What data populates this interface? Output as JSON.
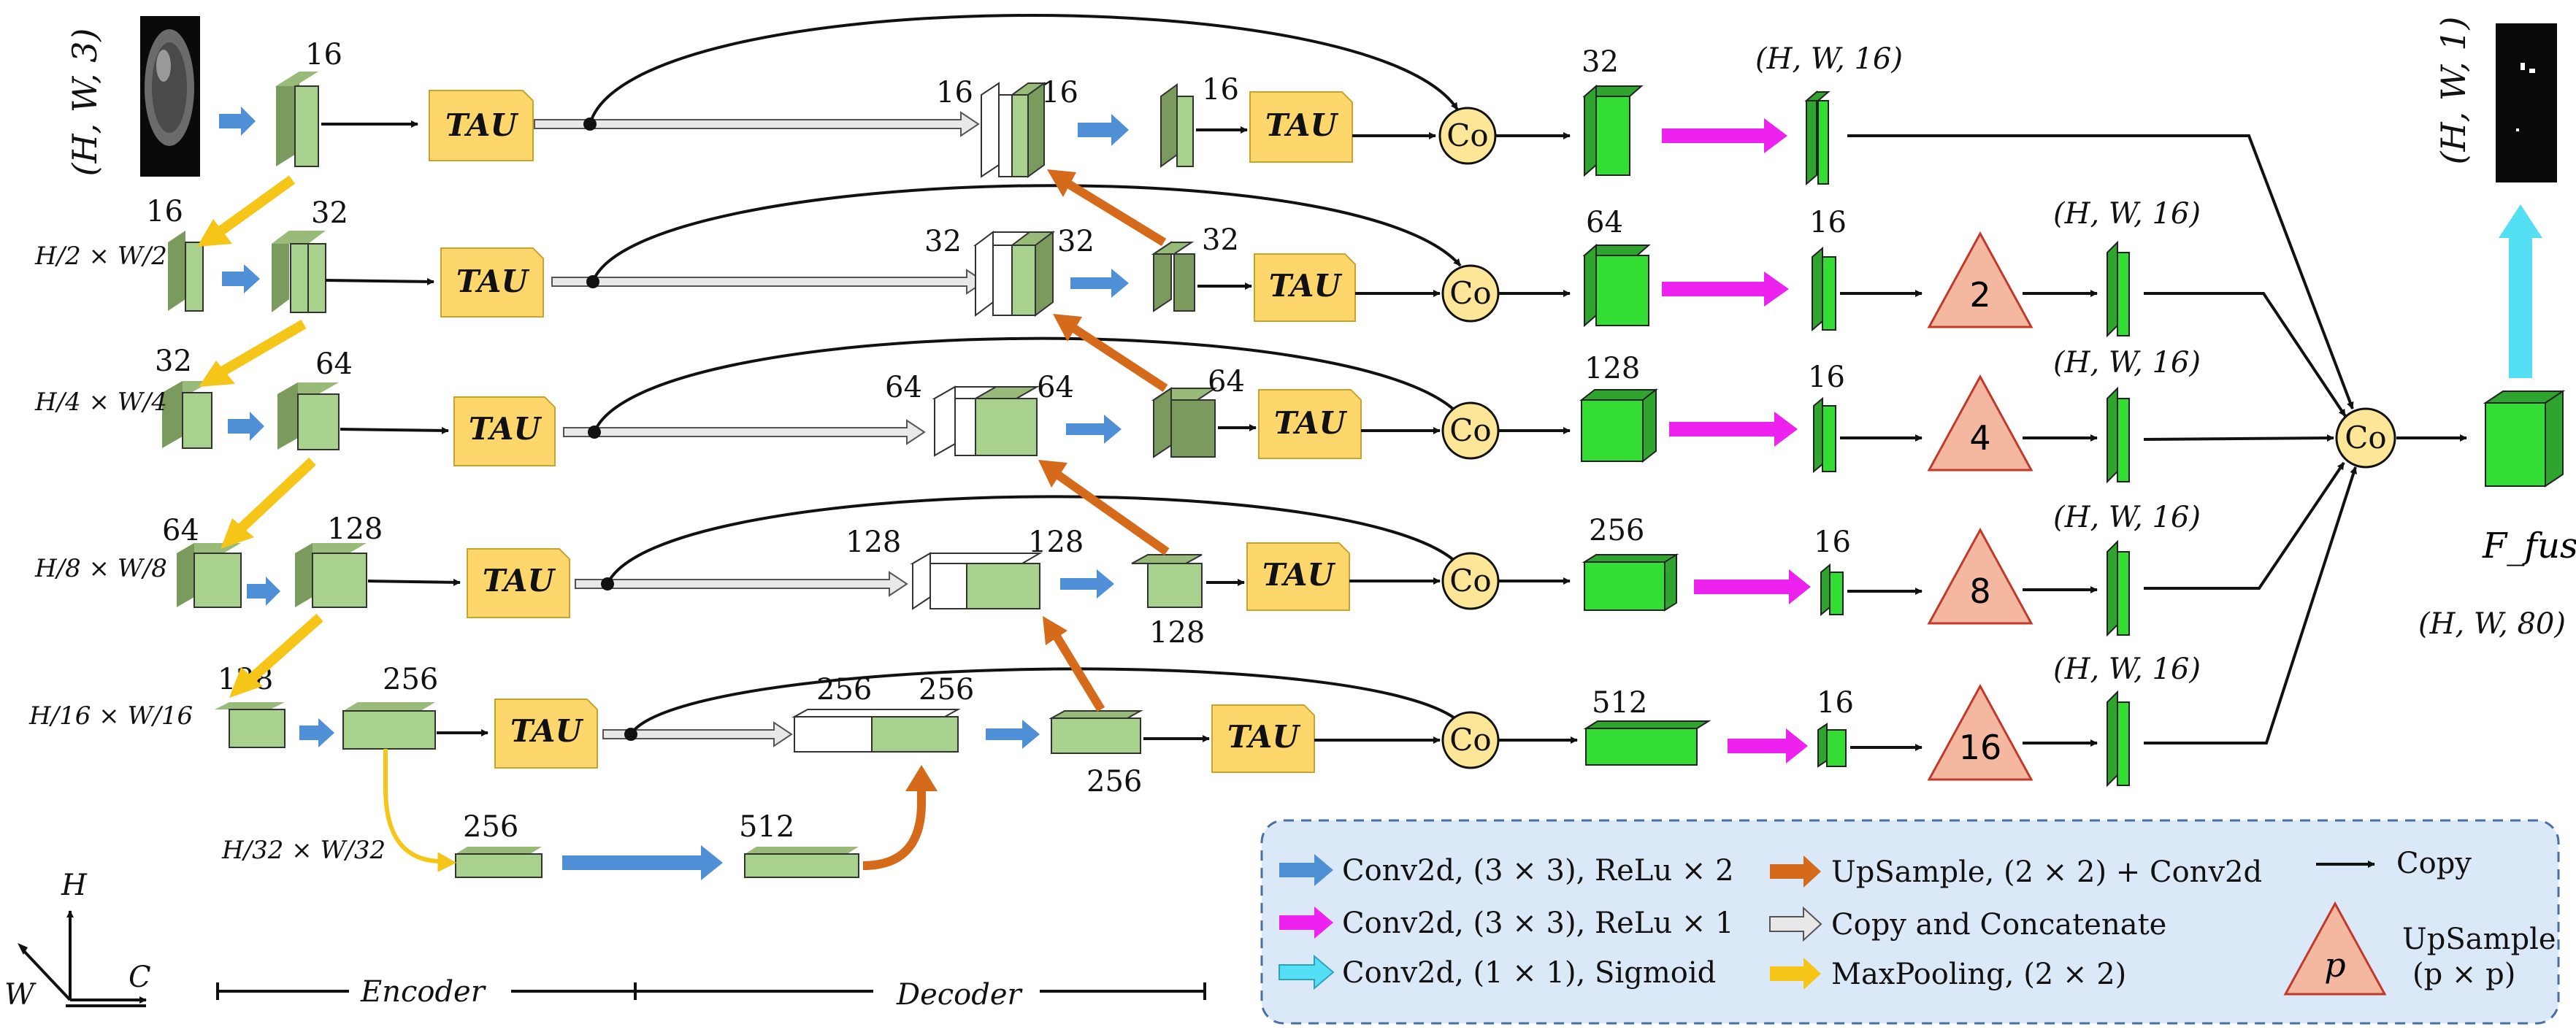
{
  "input_shape": "(H, W, 3)",
  "output_shape": "(H, W, 1)",
  "fusion_label": "F_fus",
  "fusion_shape": "(H, W, 80)",
  "tau_label": "TAU",
  "co_label": "Co",
  "scale_labels": [
    "H/2 × W/2",
    "H/4 × W/4",
    "H/8 × W/8",
    "H/16 × W/16",
    "H/32 × W/32"
  ],
  "encoder": {
    "row1": {
      "in": "16"
    },
    "row2": {
      "in": "16",
      "out": "32"
    },
    "row3": {
      "in": "32",
      "out": "64"
    },
    "row4": {
      "in": "64",
      "out": "128"
    },
    "row5": {
      "in": "128",
      "out": "256"
    },
    "bottom": {
      "in": "256",
      "out": "512"
    }
  },
  "decoder_concat": [
    [
      "16",
      "16"
    ],
    [
      "32",
      "32"
    ],
    [
      "64",
      "64"
    ],
    [
      "128",
      "128"
    ],
    [
      "256",
      "256"
    ]
  ],
  "decoder_blocks": [
    "16",
    "32",
    "64",
    "128",
    "256"
  ],
  "co_outputs": [
    "32",
    "64",
    "128",
    "256",
    "512"
  ],
  "side_channels": [
    "(H, W, 16)",
    "16",
    "16",
    "16",
    "16"
  ],
  "upsample_factors": [
    "2",
    "4",
    "8",
    "16"
  ],
  "upsample_outputs": [
    "(H, W, 16)",
    "(H, W, 16)",
    "(H, W, 16)",
    "(H, W, 16)"
  ],
  "axes": {
    "h": "H",
    "w": "W",
    "c": "C"
  },
  "stages": {
    "encoder": "Encoder",
    "decoder": "Decoder"
  },
  "legend": {
    "blue": "Conv2d, (3 × 3), ReLu × 2",
    "magenta": "Conv2d, (3 × 3), ReLu × 1",
    "cyan": "Conv2d, (1 × 1), Sigmoid",
    "orange": "UpSample, (2 × 2) + Conv2d",
    "white": "Copy and Concatenate",
    "yellow": "MaxPooling, (2 × 2)",
    "black": "Copy",
    "p_symbol": "p",
    "p_text1": "UpSample",
    "p_text2": "(p × p)"
  },
  "colors": {
    "encoder_block": "#a9d18e",
    "bright_block": "#33dd33",
    "tau_fill": "#fdd76c",
    "co_fill": "#fee699",
    "tri_fill": "#f4b8a0",
    "blue_arrow": "#4f8fd6",
    "magenta_arrow": "#ee22ee",
    "cyan_arrow": "#55dff5",
    "orange_arrow": "#d46a1a",
    "yellow_arrow": "#f5c518",
    "legend_bg": "#dbe8f7"
  }
}
